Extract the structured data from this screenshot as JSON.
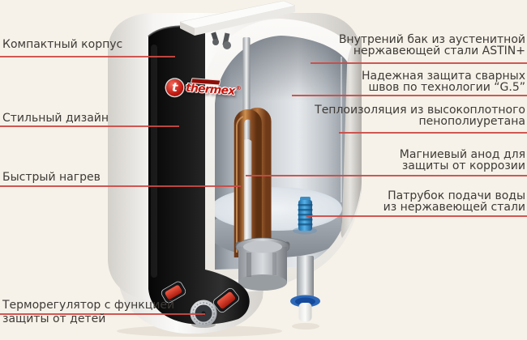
{
  "page": {
    "background_color": "#f6f2e9",
    "accent_line_color": "#cc4a44",
    "text_color": "#3e3a36"
  },
  "product": {
    "brand_name": "thermex",
    "brand_badge_letter": "t",
    "registered_mark": "®",
    "brand_color": "#c0170e"
  },
  "callouts": {
    "left": [
      {
        "lines": [
          "Компактный корпус"
        ]
      },
      {
        "lines": [
          "Стильный дизайн"
        ]
      },
      {
        "lines": [
          "Быстрый нагрев"
        ]
      },
      {
        "lines": [
          "Терморегулятор с функцией",
          "защиты от детей"
        ]
      }
    ],
    "right": [
      {
        "lines": [
          "Внутрений бак из аустенитной",
          "нержавеющей стали ASTIN+"
        ]
      },
      {
        "lines": [
          "Надежная защита сварных",
          "швов по технологии “G.5”"
        ]
      },
      {
        "lines": [
          "Теплоизоляция из высокоплотного",
          "пенополиуретана"
        ]
      },
      {
        "lines": [
          "Магниевый анод для",
          "защиты от коррозии"
        ]
      },
      {
        "lines": [
          "Патрубок подачи воды",
          "из нержавеющей стали"
        ]
      }
    ]
  }
}
